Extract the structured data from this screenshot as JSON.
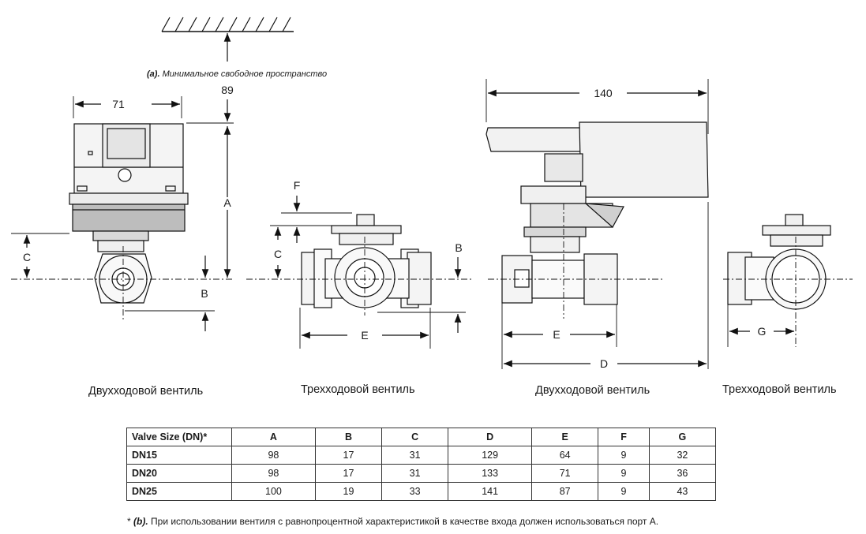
{
  "note_a": {
    "marker": "(a).",
    "text": "Минимальное свободное пространство"
  },
  "dimensions": {
    "w71": "71",
    "h89": "89",
    "A": "A",
    "B": "B",
    "C": "C",
    "F": "F",
    "E": "E",
    "D": "D",
    "G": "G",
    "w140": "140"
  },
  "captions": {
    "two_way_1": "Двухходовой вентиль",
    "three_way_1": "Трехходовой вентиль",
    "two_way_2": "Двухходовой вентиль",
    "three_way_2": "Трехходовой вентиль"
  },
  "table": {
    "headers": [
      "Valve Size (DN)*",
      "A",
      "B",
      "C",
      "D",
      "E",
      "F",
      "G"
    ],
    "rows": [
      [
        "DN15",
        "98",
        "17",
        "31",
        "129",
        "64",
        "9",
        "32"
      ],
      [
        "DN20",
        "98",
        "17",
        "31",
        "133",
        "71",
        "9",
        "36"
      ],
      [
        "DN25",
        "100",
        "19",
        "33",
        "141",
        "87",
        "9",
        "43"
      ]
    ]
  },
  "footnote": {
    "star": "*",
    "marker": "(b).",
    "text": "При использовании вентиля с равнопроцентной характеристикой в качестве входа должен использоваться порт А."
  }
}
